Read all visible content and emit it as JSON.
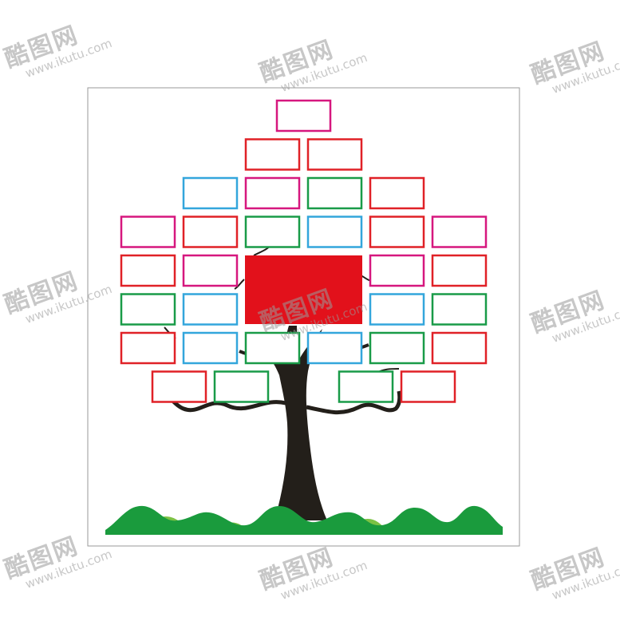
{
  "colors": {
    "background": "#ffffff",
    "frame": "#9a9a9a",
    "pink": "#d6177e",
    "red": "#e02127",
    "green": "#199b48",
    "blue": "#33a6dc",
    "center_fill": "#e2111b",
    "trunk": "#231f1a",
    "grass_dark": "#1a9b3d",
    "grass_light": "#7cc244",
    "watermark": "#9a9a9a"
  },
  "watermark": {
    "logo_text": "酷图网",
    "url_text": "www.ikutu.com"
  },
  "tree": {
    "boxes": [
      {
        "row": 0,
        "col": 2.5,
        "color": "pink"
      },
      {
        "row": 1,
        "col": 2,
        "color": "red"
      },
      {
        "row": 1,
        "col": 3,
        "color": "red"
      },
      {
        "row": 2,
        "col": 1,
        "color": "blue"
      },
      {
        "row": 2,
        "col": 2,
        "color": "pink"
      },
      {
        "row": 2,
        "col": 3,
        "color": "green"
      },
      {
        "row": 2,
        "col": 4,
        "color": "red"
      },
      {
        "row": 3,
        "col": 0,
        "color": "pink"
      },
      {
        "row": 3,
        "col": 1,
        "color": "red"
      },
      {
        "row": 3,
        "col": 2,
        "color": "green"
      },
      {
        "row": 3,
        "col": 3,
        "color": "blue"
      },
      {
        "row": 3,
        "col": 4,
        "color": "red"
      },
      {
        "row": 3,
        "col": 5,
        "color": "pink"
      },
      {
        "row": 4,
        "col": 0,
        "color": "red"
      },
      {
        "row": 4,
        "col": 1,
        "color": "pink"
      },
      {
        "row": 4,
        "col": 4,
        "color": "pink"
      },
      {
        "row": 4,
        "col": 5,
        "color": "red"
      },
      {
        "row": 5,
        "col": 0,
        "color": "green"
      },
      {
        "row": 5,
        "col": 1,
        "color": "blue"
      },
      {
        "row": 5,
        "col": 4,
        "color": "blue"
      },
      {
        "row": 5,
        "col": 5,
        "color": "green"
      },
      {
        "row": 6,
        "col": 0,
        "color": "red"
      },
      {
        "row": 6,
        "col": 1,
        "color": "blue"
      },
      {
        "row": 6,
        "col": 2,
        "color": "green"
      },
      {
        "row": 6,
        "col": 3,
        "color": "blue"
      },
      {
        "row": 6,
        "col": 4,
        "color": "green"
      },
      {
        "row": 6,
        "col": 5,
        "color": "red"
      },
      {
        "row": 7,
        "col": 0.5,
        "color": "red"
      },
      {
        "row": 7,
        "col": 1.5,
        "color": "green"
      },
      {
        "row": 7,
        "col": 3.5,
        "color": "green"
      },
      {
        "row": 7,
        "col": 4.5,
        "color": "red"
      }
    ],
    "center_box": {
      "color": "center_fill"
    }
  }
}
